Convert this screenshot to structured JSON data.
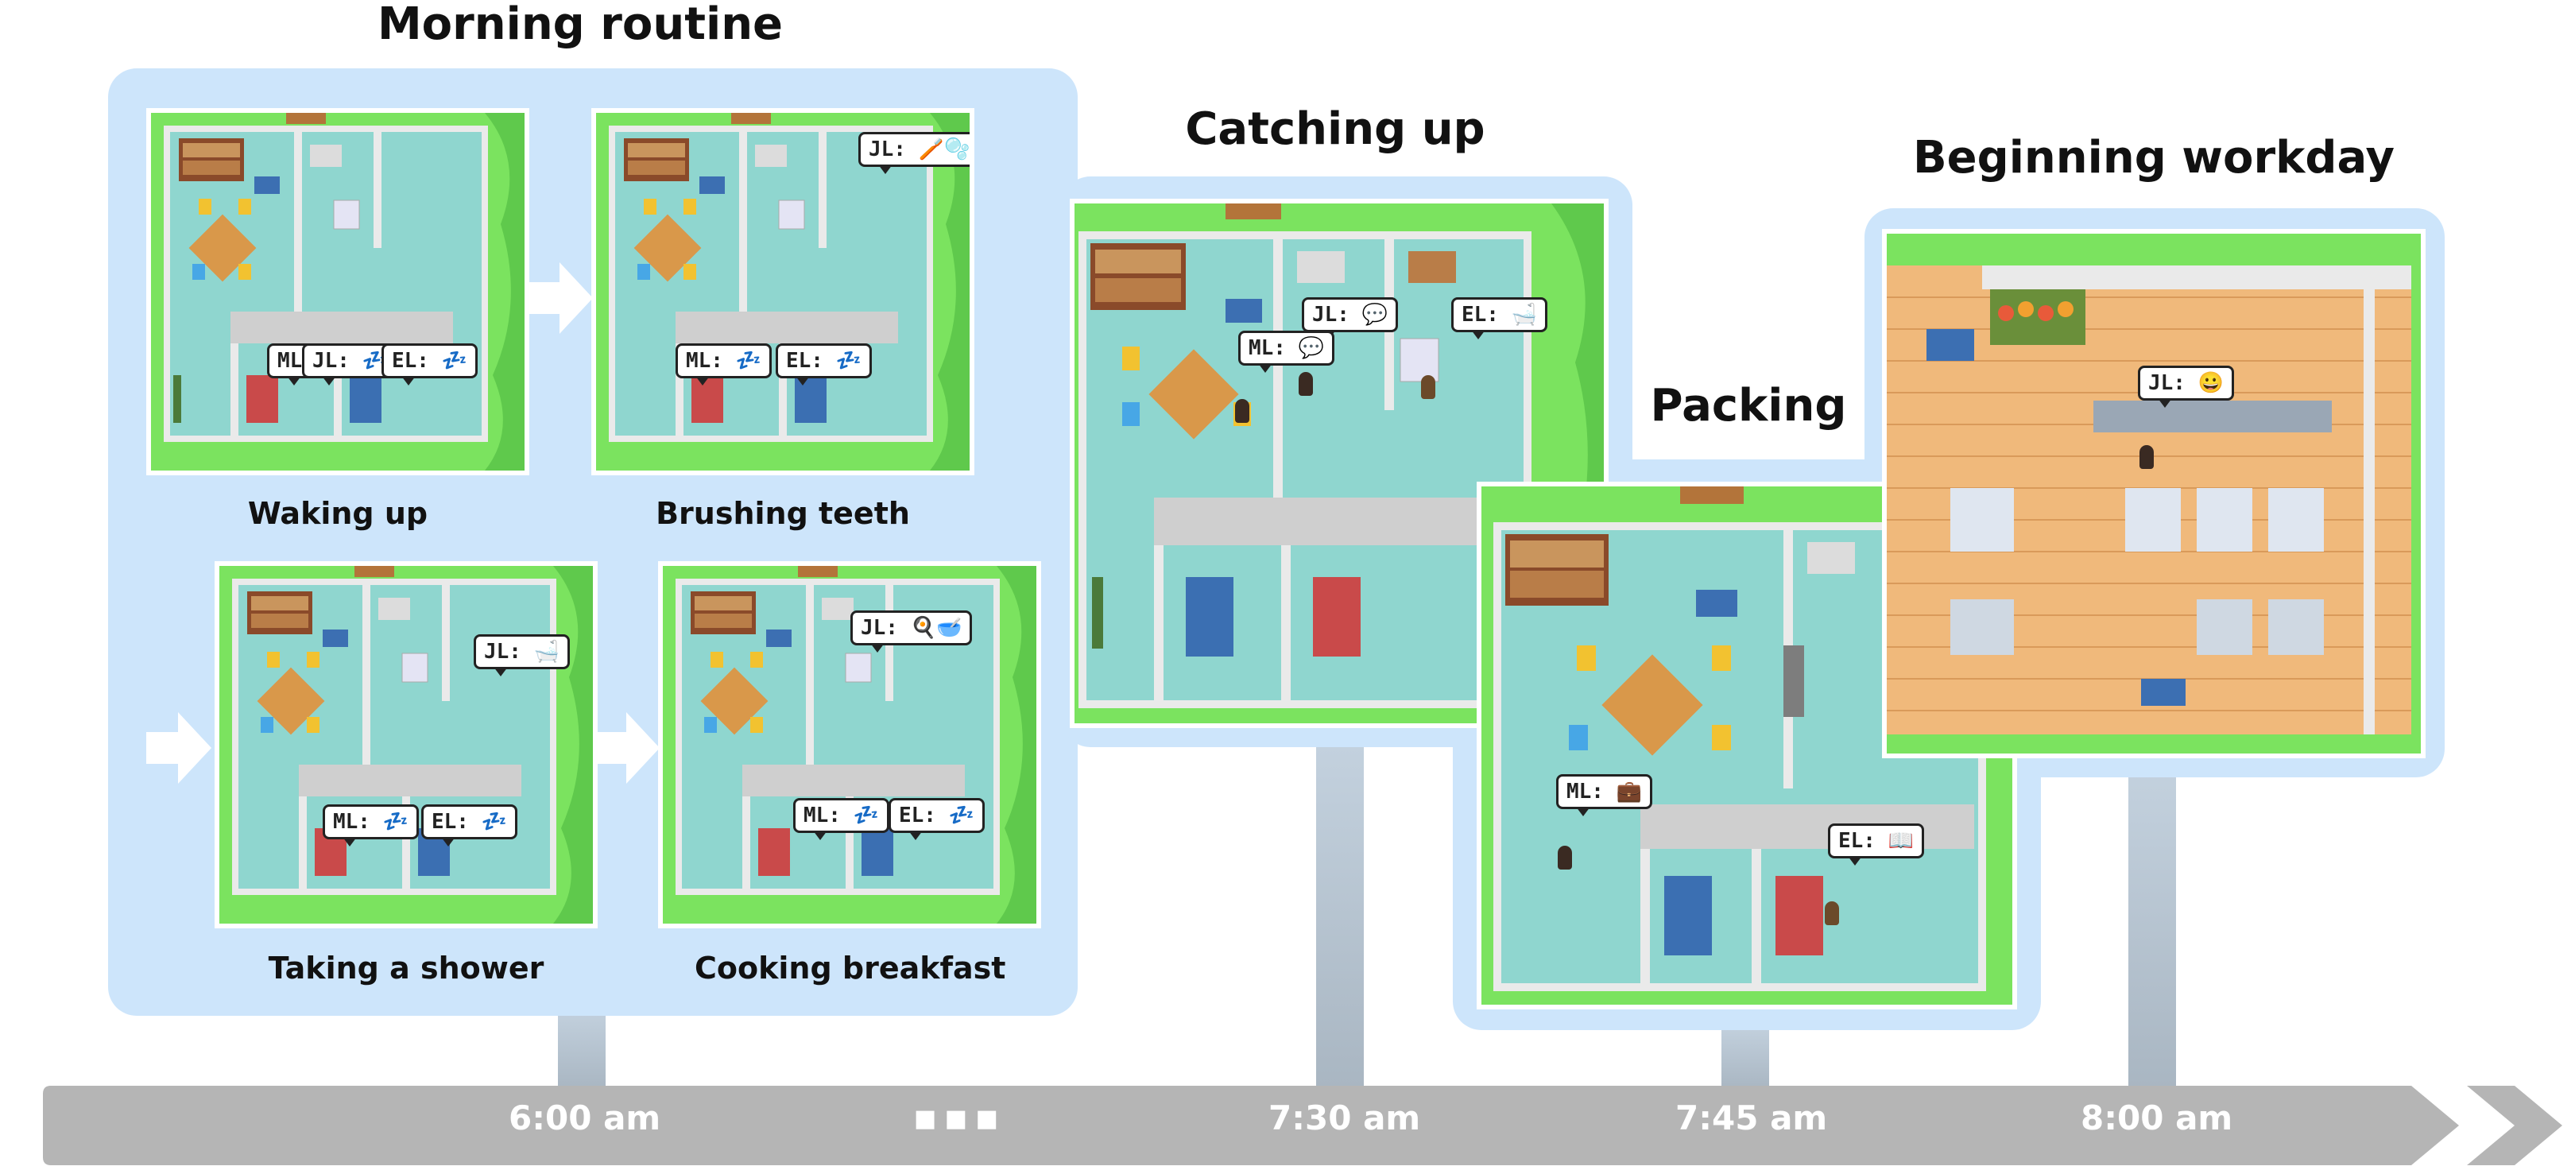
{
  "sections": {
    "morning": {
      "title": "Morning routine",
      "scenes": [
        {
          "caption": "Waking up",
          "bubbles": [
            "ML: 💤",
            "JL: 💤",
            "EL: 💤"
          ]
        },
        {
          "caption": "Brushing teeth",
          "bubbles": [
            "JL: 🪥🫧",
            "ML: 💤",
            "EL: 💤"
          ]
        },
        {
          "caption": "Taking a shower",
          "bubbles": [
            "JL: 🛁",
            "ML: 💤",
            "EL: 💤"
          ]
        },
        {
          "caption": "Cooking breakfast",
          "bubbles": [
            "JL: 🍳🥣",
            "ML: 💤",
            "EL: 💤"
          ]
        }
      ]
    },
    "catching": {
      "title": "Catching up",
      "bubbles": [
        "JL: 💬",
        "ML: 💬",
        "EL: 🛁"
      ]
    },
    "packing": {
      "title": "Packing",
      "bubbles": [
        "ML: 💼",
        "EL: 📖"
      ]
    },
    "workday": {
      "title": "Beginning workday",
      "bubbles": [
        "JL: 😀"
      ]
    }
  },
  "timeline": {
    "labels": [
      "6:00 am",
      "7:30 am",
      "7:45 am",
      "8:00 am"
    ],
    "ellipsis": "■  ■  ■"
  },
  "colors": {
    "panel": "#cde5fb",
    "timeline": "#b5b5b5",
    "grass": "#7be35f",
    "floor": "#8fd6cf",
    "wood_floor": "#f0b97b"
  }
}
